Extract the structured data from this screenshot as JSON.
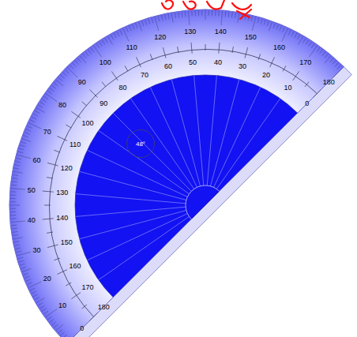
{
  "diagram": {
    "nodes": [
      {
        "text": [
          "48°"
        ]
      }
    ],
    "labels": [
      "0",
      "10",
      "20",
      "30",
      "40",
      "50",
      "60",
      "70",
      "80",
      "90",
      "100",
      "110",
      "120",
      "130",
      "140",
      "150",
      "160",
      "170",
      "180",
      "0",
      "10",
      "20",
      "30",
      "40",
      "50",
      "60",
      "70",
      "80",
      "90",
      "100",
      "110",
      "120",
      "130",
      "140",
      "150",
      "160",
      "170",
      "180"
    ]
  }
}
